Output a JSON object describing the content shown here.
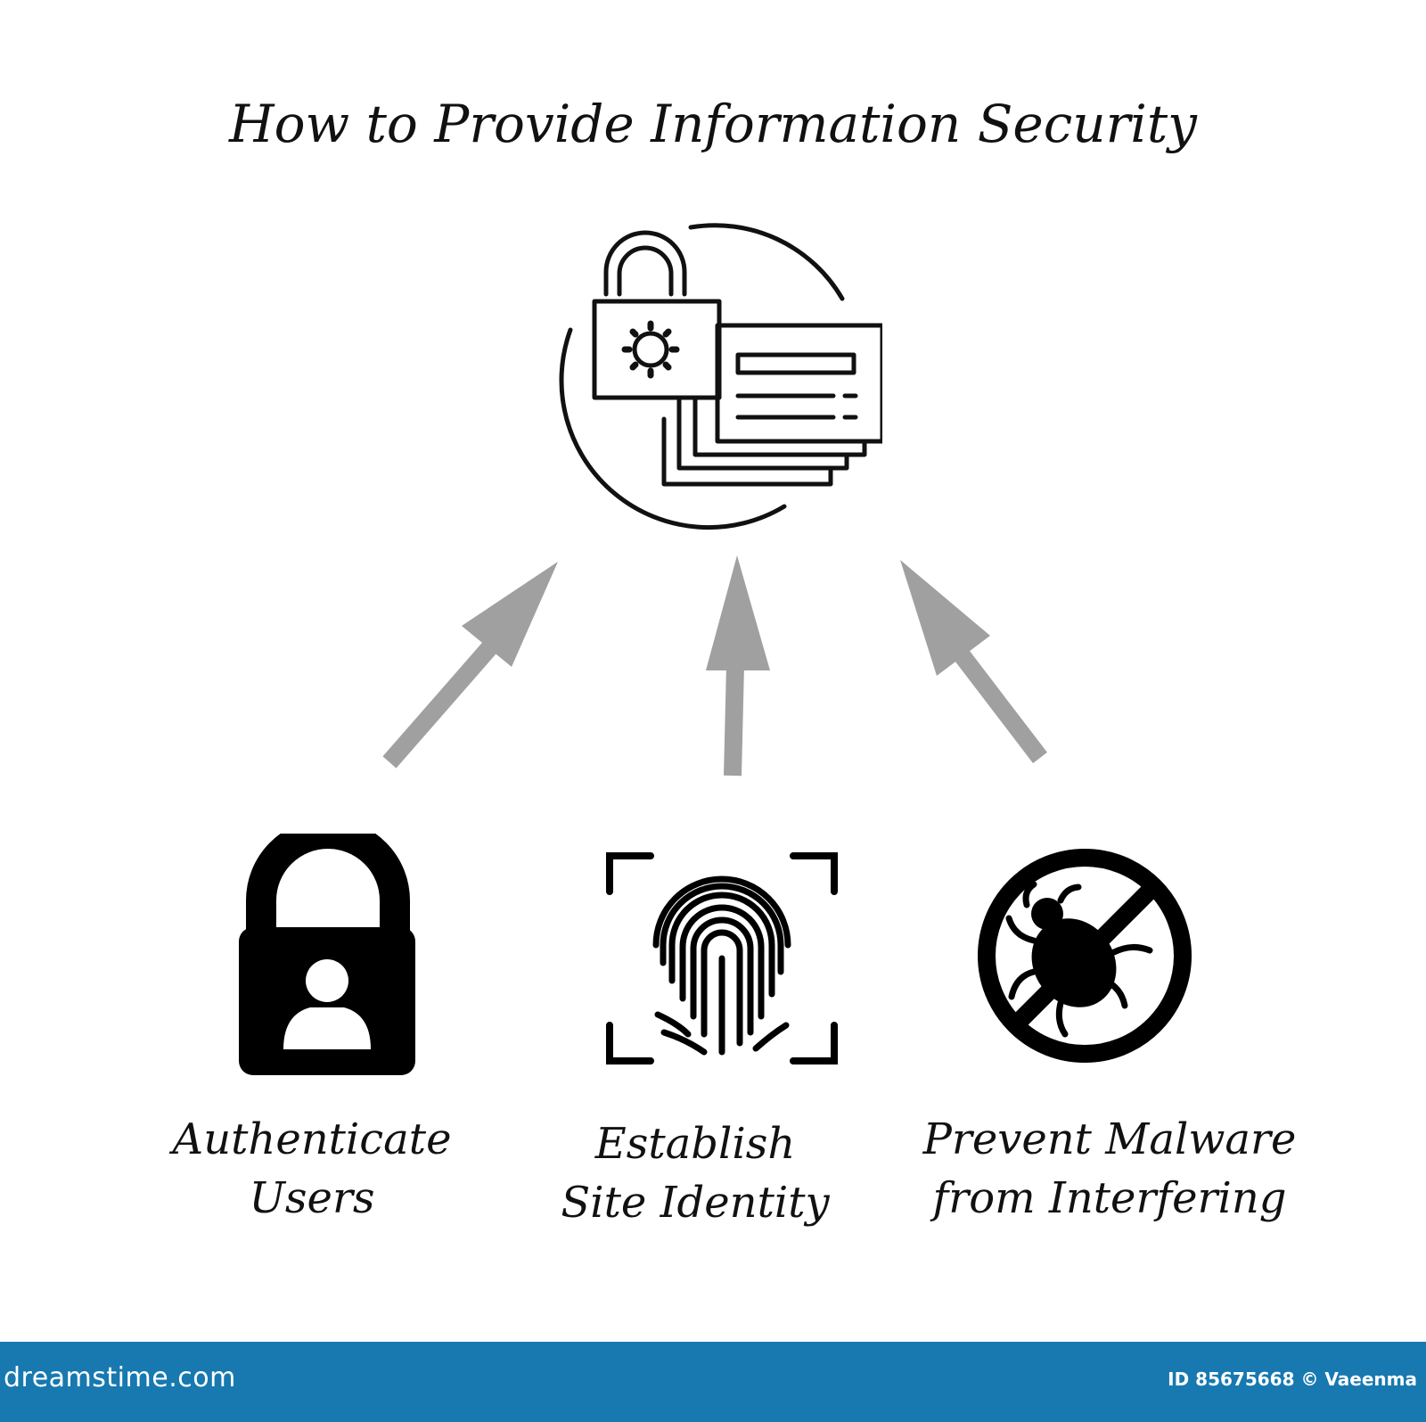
{
  "diagram": {
    "title": "How to Provide Information Security",
    "center_icon": "secure-documents-icon",
    "items": [
      {
        "line1": "Authenticate",
        "line2": "Users",
        "icon": "user-padlock-icon"
      },
      {
        "line1": "Establish",
        "line2": "Site Identity",
        "icon": "fingerprint-scan-icon"
      },
      {
        "line1": "Prevent Malware",
        "line2": "from Interfering",
        "icon": "no-bug-icon"
      }
    ],
    "arrow_color": "#a0a0a0"
  },
  "footer": {
    "brand": "dreamstime.com",
    "credit": "ID 85675668 © Vaeenma",
    "background": "#1779b0"
  }
}
